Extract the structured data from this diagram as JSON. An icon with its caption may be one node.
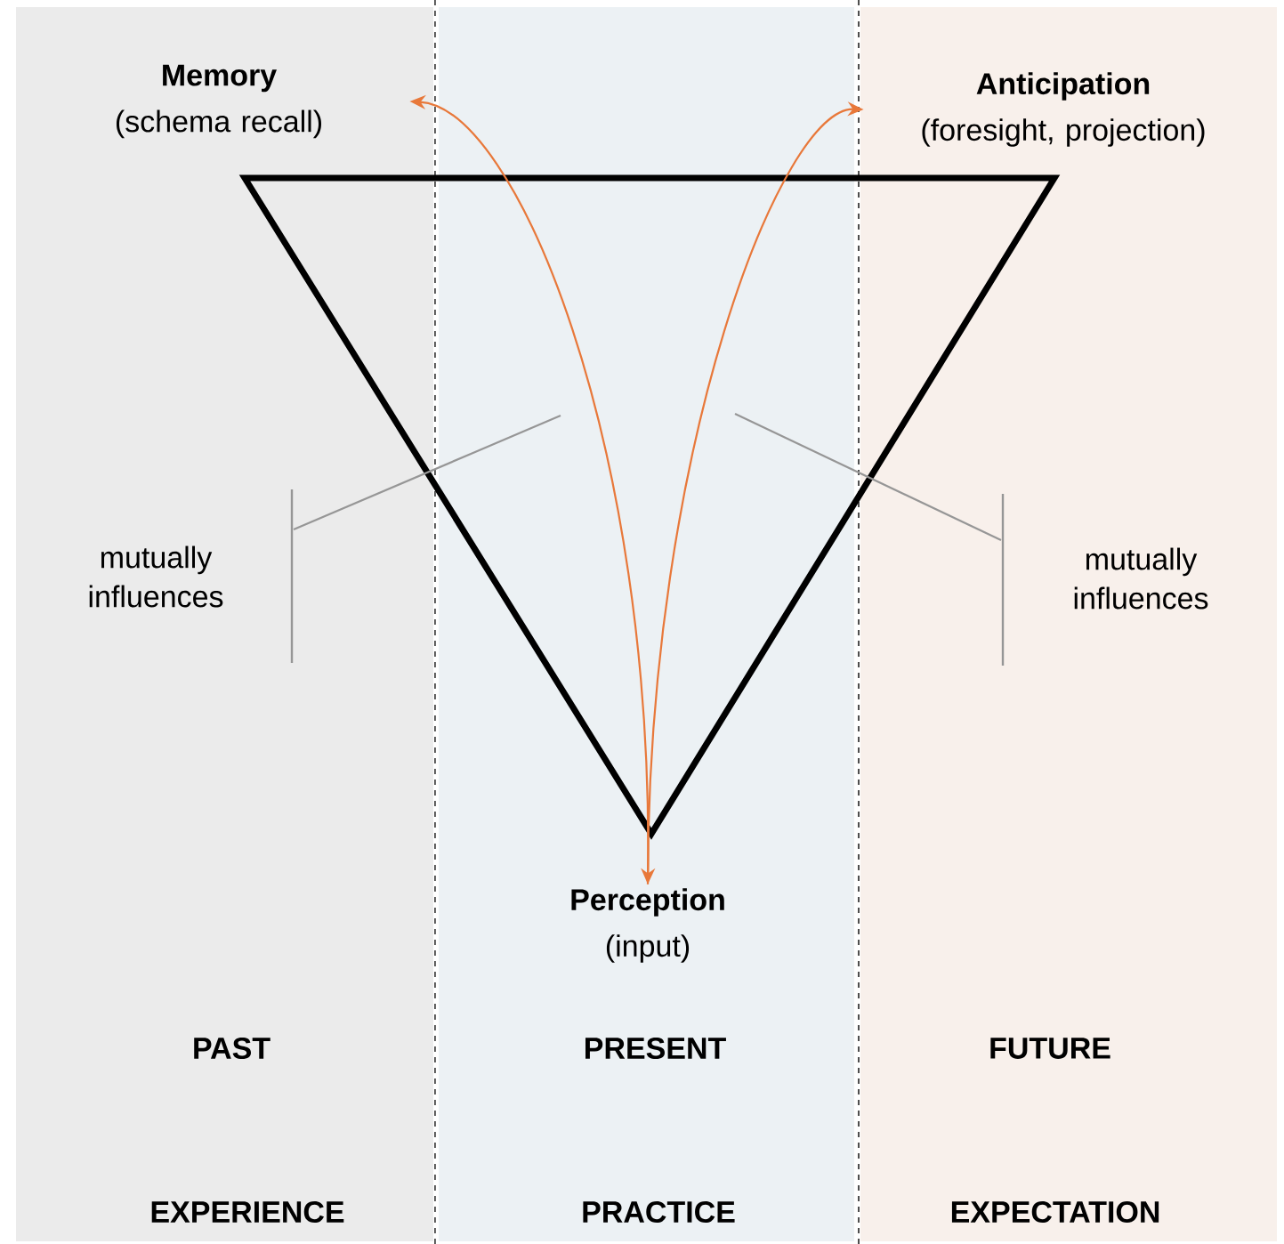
{
  "diagram": {
    "nodes": [
      {
        "text": [
          "PAST",
          "EXPERIENCE"
        ]
      },
      {
        "text": [
          "PRESENT",
          "PRACTICE"
        ]
      },
      {
        "text": [
          "FUTURE",
          "EXPECTATION"
        ]
      },
      {
        "text": [
          "Memory",
          "(schema recall)"
        ],
        "in": 0
      },
      {
        "text": [
          "Anticipation",
          "(foresight, projection)"
        ],
        "in": 2
      },
      {
        "text": [
          "Perception",
          "(input)"
        ],
        "in": 1
      },
      {
        "text": [
          "mutually influences"
        ],
        "in": 0
      },
      {
        "text": [
          "mutually influences"
        ],
        "in": 2
      }
    ],
    "edges": [
      {
        "from": 3,
        "to": 5,
        "arrow": "both",
        "color": "#e8783a"
      },
      {
        "from": 5,
        "to": 4,
        "arrow": "to",
        "color": "#e8783a"
      },
      {
        "from": 6,
        "to": null,
        "arrow": "none",
        "color": "#969696"
      },
      {
        "from": 7,
        "to": null,
        "arrow": "none",
        "color": "#969696"
      }
    ]
  }
}
